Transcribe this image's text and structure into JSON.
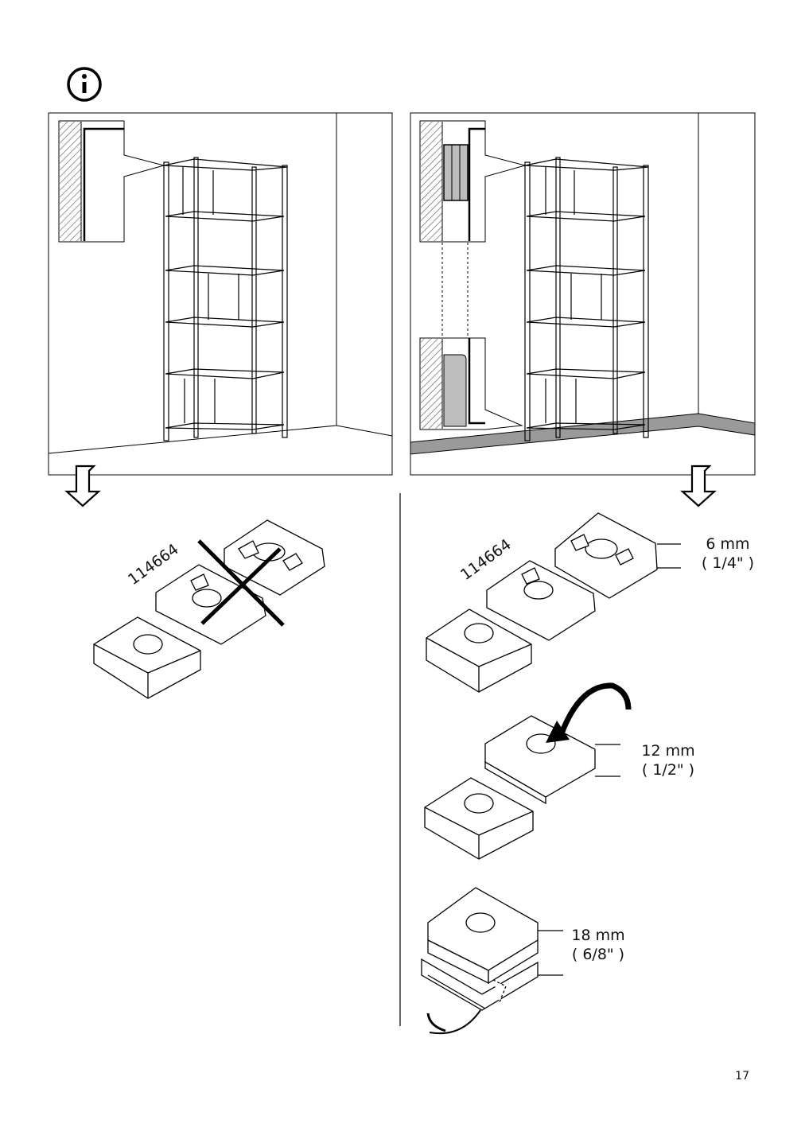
{
  "page": {
    "number": "17"
  },
  "info_icon": {
    "name": "info-icon"
  },
  "left_column": {
    "part_number": "114664",
    "note": "crossed-out"
  },
  "right_column": {
    "part_number": "114664",
    "heights": [
      {
        "metric": "6 mm",
        "imperial": "( 1/4\" )"
      },
      {
        "metric": "12 mm",
        "imperial": "( 1/2\" )"
      },
      {
        "metric": "18 mm",
        "imperial": "( 6/8\" )"
      }
    ]
  }
}
